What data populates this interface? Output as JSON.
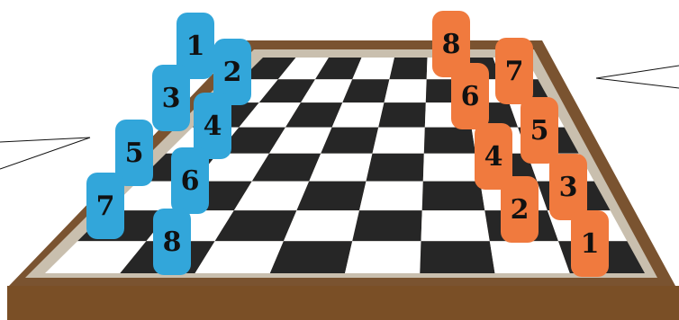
{
  "colors": {
    "light_square": "#ffffff",
    "dark_square": "#262626",
    "board_frame": "#7a5330",
    "board_inner_border": "#c9bfae",
    "board_edge_front": "#7a4f26",
    "team_blue": "#32a6da",
    "team_orange": "#f07a3e",
    "label_color": "#111111"
  },
  "board": {
    "rows": 8,
    "cols": 8
  },
  "teams": [
    {
      "name": "blue",
      "side": "left",
      "pieces": [
        {
          "label": "1"
        },
        {
          "label": "2"
        },
        {
          "label": "3"
        },
        {
          "label": "4"
        },
        {
          "label": "5"
        },
        {
          "label": "6"
        },
        {
          "label": "7"
        },
        {
          "label": "8"
        }
      ]
    },
    {
      "name": "orange",
      "side": "right",
      "pieces": [
        {
          "label": "8"
        },
        {
          "label": "7"
        },
        {
          "label": "6"
        },
        {
          "label": "5"
        },
        {
          "label": "4"
        },
        {
          "label": "3"
        },
        {
          "label": "2"
        },
        {
          "label": "1"
        }
      ]
    }
  ]
}
